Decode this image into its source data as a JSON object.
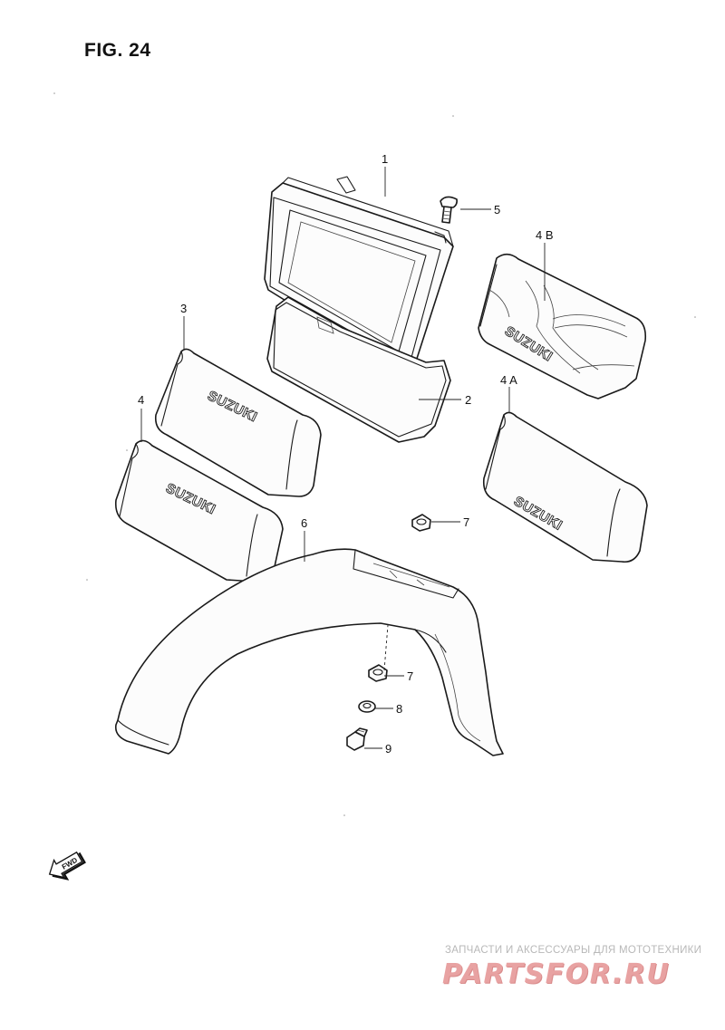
{
  "figure": {
    "title": "FIG. 24"
  },
  "callouts": {
    "c1": "1",
    "c2": "2",
    "c3": "3",
    "c4": "4",
    "c4a": "4 A",
    "c4b": "4 B",
    "c5": "5",
    "c6": "6",
    "c7a": "7",
    "c7b": "7",
    "c8": "8",
    "c9": "9"
  },
  "logos": {
    "brand": "SUZUKI"
  },
  "fwd_arrow": {
    "label": "FWD"
  },
  "watermark": {
    "line1": "ЗАПЧАСТИ И АКСЕССУАРЫ ДЛЯ МОТОТЕХНИКИ",
    "line2": "PARTSFOR.RU"
  }
}
